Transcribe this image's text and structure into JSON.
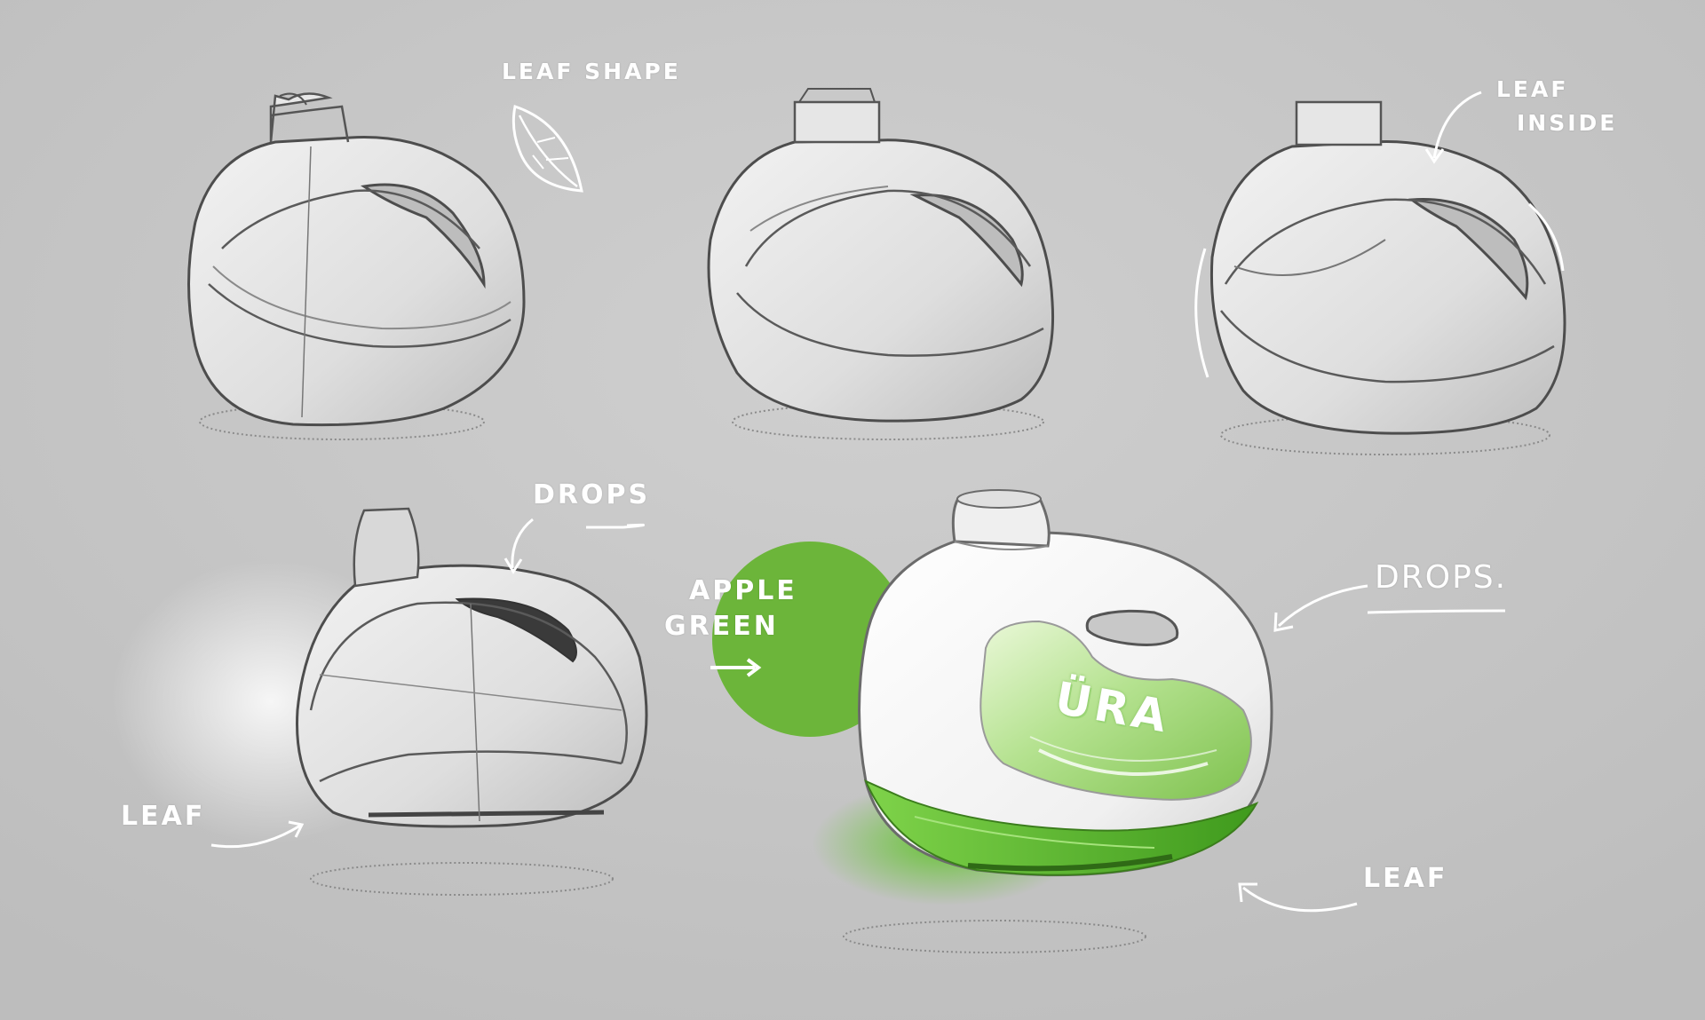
{
  "annotations": {
    "leaf_shape": "LEAF SHAPE",
    "leaf_inside_line1": "LEAF",
    "leaf_inside_line2": "INSIDE",
    "drops_sketch": "DROPS",
    "apple_green_line1": "APPLE",
    "apple_green_line2": "GREEN",
    "drops_render": "DROPS.",
    "leaf_sketch": "LEAF",
    "leaf_render": "LEAF"
  },
  "product": {
    "brand_label": "ÜRA"
  },
  "colors": {
    "background": "#c4c4c4",
    "apple_green": "#6cb53a",
    "annotation_white": "#ffffff",
    "sketch_line": "#555555"
  }
}
